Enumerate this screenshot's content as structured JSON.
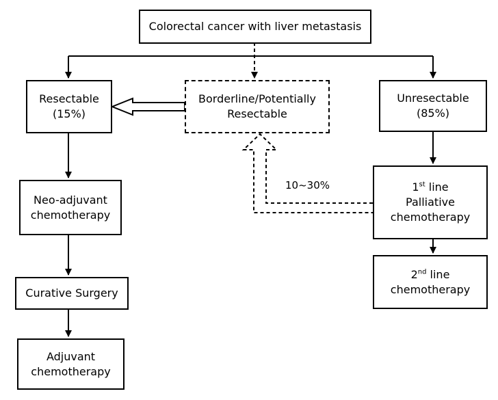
{
  "nodes": {
    "root": {
      "text": "Colorectal cancer with liver metastasis"
    },
    "resectable": {
      "line1": "Resectable",
      "line2": "(15%)"
    },
    "borderline": {
      "line1": "Borderline/Potentially",
      "line2": "Resectable"
    },
    "unresectable": {
      "line1": "Unresectable",
      "line2": "(85%)"
    },
    "neoadjuvant": {
      "line1": "Neo-adjuvant",
      "line2": "chemotherapy"
    },
    "curative": {
      "text": "Curative Surgery"
    },
    "adjuvant": {
      "line1": "Adjuvant",
      "line2": "chemotherapy"
    },
    "first_line": {
      "num": "1",
      "sup": "st",
      "rest": " line",
      "line2": "Palliative",
      "line3": "chemotherapy"
    },
    "second_line": {
      "num": "2",
      "sup": "nd",
      "rest": " line",
      "line2": "chemotherapy"
    }
  },
  "edge_labels": {
    "conversion_rate": "10~30%"
  }
}
